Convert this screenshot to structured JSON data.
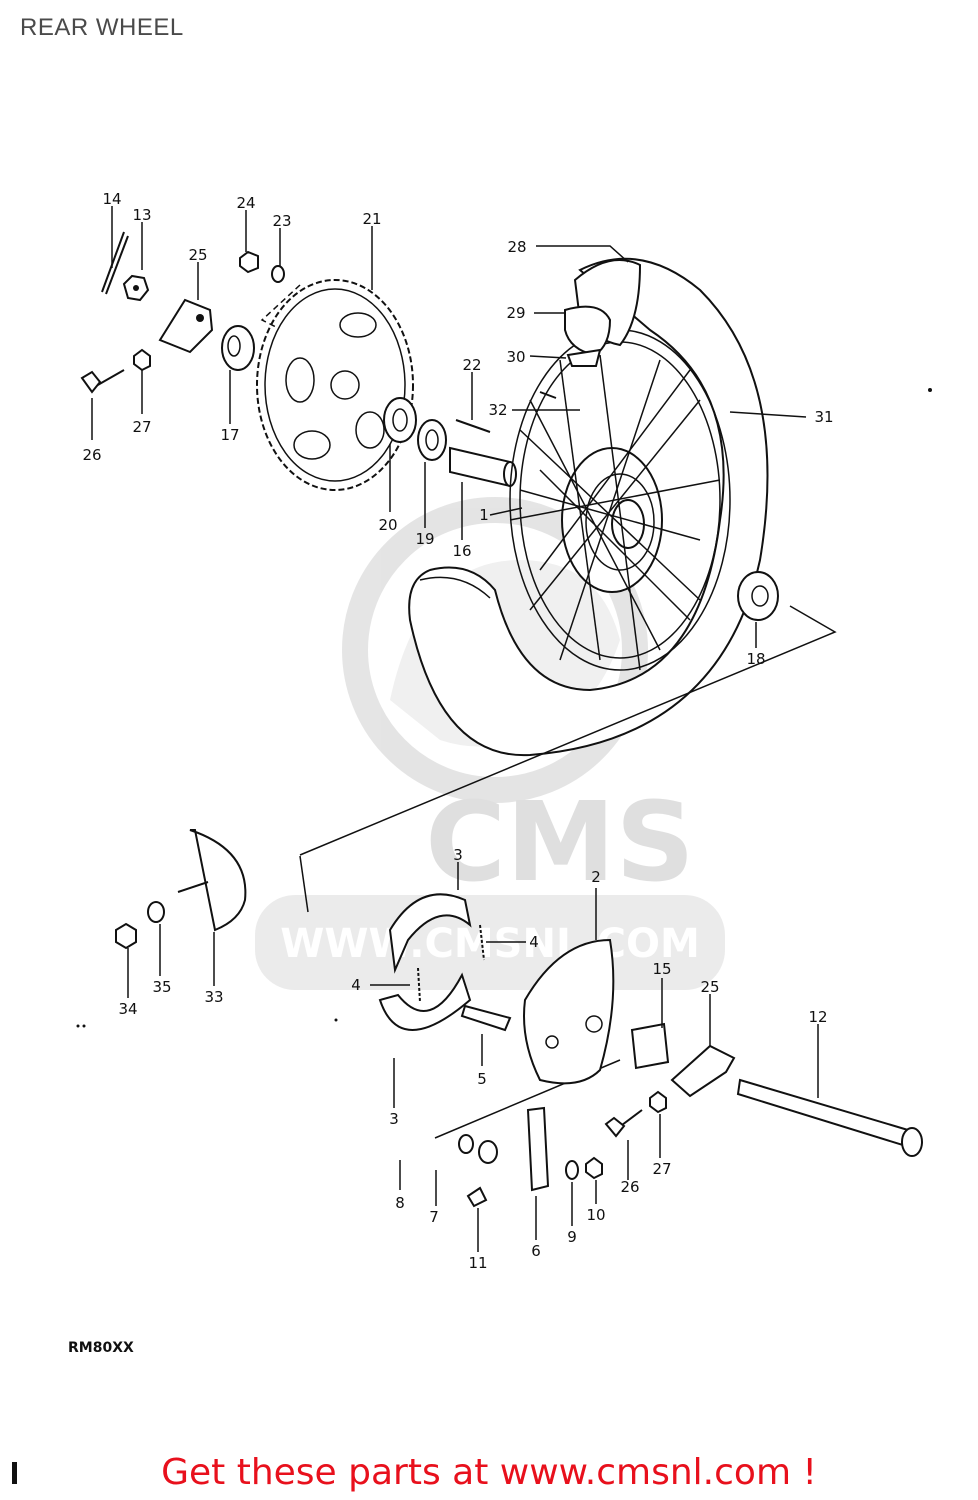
{
  "page": {
    "title": "REAR WHEEL",
    "footer_cta": "Get these parts at www.cmsnl.com !",
    "model_code": "RM80XX"
  },
  "watermark": {
    "brand": "CMS",
    "url": "WWW.CMSNL.COM",
    "color": "#c8c8c8"
  },
  "callouts": [
    {
      "id": "14",
      "label": "14"
    },
    {
      "id": "13",
      "label": "13"
    },
    {
      "id": "24",
      "label": "24"
    },
    {
      "id": "23",
      "label": "23"
    },
    {
      "id": "21",
      "label": "21"
    },
    {
      "id": "25a",
      "label": "25"
    },
    {
      "id": "26a",
      "label": "26"
    },
    {
      "id": "27a",
      "label": "27"
    },
    {
      "id": "17",
      "label": "17"
    },
    {
      "id": "20",
      "label": "20"
    },
    {
      "id": "19",
      "label": "19"
    },
    {
      "id": "16",
      "label": "16"
    },
    {
      "id": "22",
      "label": "22"
    },
    {
      "id": "32",
      "label": "32"
    },
    {
      "id": "1",
      "label": "1"
    },
    {
      "id": "28",
      "label": "28"
    },
    {
      "id": "29",
      "label": "29"
    },
    {
      "id": "30",
      "label": "30"
    },
    {
      "id": "31",
      "label": "31"
    },
    {
      "id": "18",
      "label": "18"
    },
    {
      "id": "3a",
      "label": "3"
    },
    {
      "id": "2",
      "label": "2"
    },
    {
      "id": "4a",
      "label": "4"
    },
    {
      "id": "4b",
      "label": "4"
    },
    {
      "id": "15",
      "label": "15"
    },
    {
      "id": "25b",
      "label": "25"
    },
    {
      "id": "12",
      "label": "12"
    },
    {
      "id": "5",
      "label": "5"
    },
    {
      "id": "3b",
      "label": "3"
    },
    {
      "id": "34",
      "label": "34"
    },
    {
      "id": "35",
      "label": "35"
    },
    {
      "id": "33",
      "label": "33"
    },
    {
      "id": "8",
      "label": "8"
    },
    {
      "id": "7",
      "label": "7"
    },
    {
      "id": "11",
      "label": "11"
    },
    {
      "id": "6",
      "label": "6"
    },
    {
      "id": "9",
      "label": "9"
    },
    {
      "id": "10",
      "label": "10"
    },
    {
      "id": "26b",
      "label": "26"
    },
    {
      "id": "27b",
      "label": "27"
    }
  ]
}
